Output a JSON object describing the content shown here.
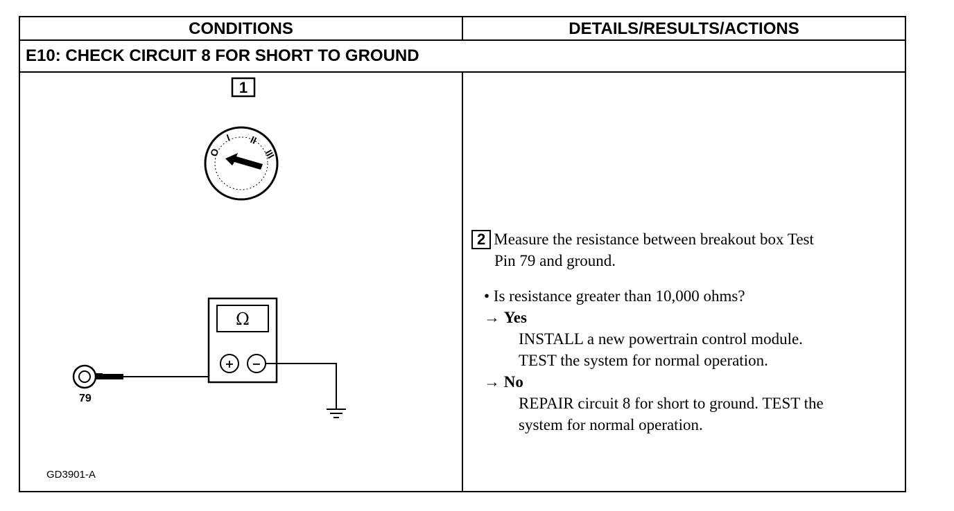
{
  "header": {
    "conditions": "CONDITIONS",
    "details": "DETAILS/RESULTS/ACTIONS"
  },
  "test": {
    "title": "E10: CHECK CIRCUIT 8 FOR SHORT TO GROUND"
  },
  "diagram": {
    "step1_label": "1",
    "ignition_positions": [
      "O",
      "I",
      "II",
      "III"
    ],
    "meter_symbol": "Ω",
    "meter_plus": "+",
    "meter_minus": "−",
    "pin_label": "79",
    "figure_code": "GD3901-A"
  },
  "step2": {
    "number": "2",
    "line1": "Measure the resistance between breakout box Test",
    "line2": "Pin 79 and ground."
  },
  "question": {
    "text": "• Is resistance greater than 10,000 ohms?",
    "yes_arrow": "→",
    "yes_label": "Yes",
    "yes_line1": "INSTALL a new powertrain control module.",
    "yes_line2": "TEST the system for normal operation.",
    "no_arrow": "→",
    "no_label": "No",
    "no_line1": "REPAIR circuit 8 for short to ground. TEST the",
    "no_line2": "system for normal operation."
  }
}
